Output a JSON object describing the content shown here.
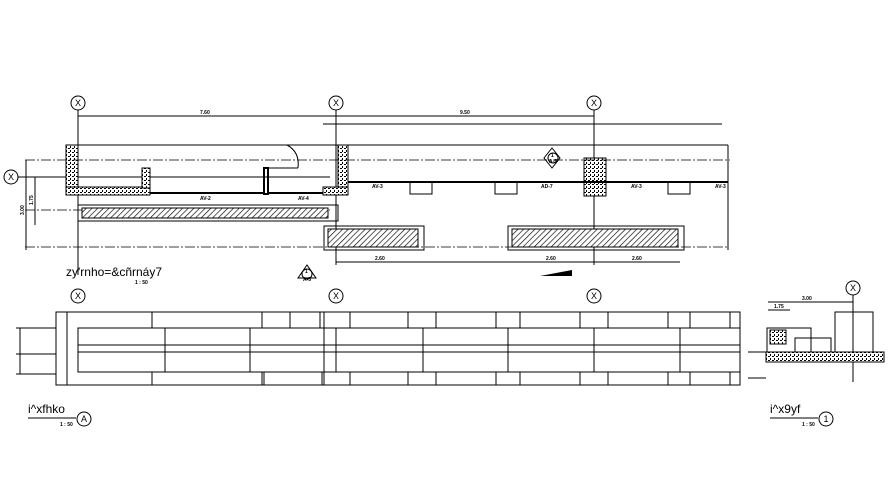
{
  "drawing": {
    "grid_label": "X",
    "section_marker": {
      "number": "1",
      "sheet": "A-5"
    },
    "plan": {
      "title": "zy'rnho=&cñrnáy7",
      "scale": "1 : 50",
      "dims": {
        "overall_left": "7.60",
        "overall_right": "9.50",
        "span_a": "2.60",
        "span_b": "2.60",
        "span_c": "2.60",
        "side_a": "1.75",
        "side_b": "3.00"
      },
      "tags": [
        "AV-2",
        "AV-4",
        "AV-3",
        "AD-7",
        "AV-3",
        "AV-3"
      ]
    },
    "elevation": {
      "title": "i^xfhko",
      "marker": "A",
      "scale": "1 : 50"
    },
    "detail": {
      "title": "i^x9yf",
      "marker": "1",
      "scale": "1 : 50",
      "dims": {
        "width": "3.00",
        "inner": "1.75"
      }
    }
  }
}
